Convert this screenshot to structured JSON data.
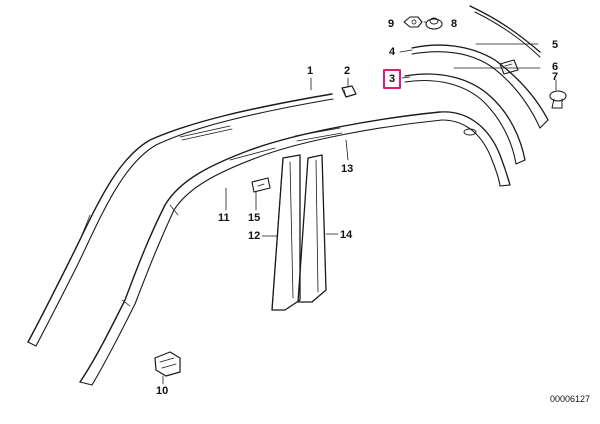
{
  "callouts": {
    "c1": "1",
    "c2": "2",
    "c3": "3",
    "c4": "4",
    "c5": "5",
    "c6": "6",
    "c7": "7",
    "c8": "8",
    "c9": "9",
    "c10": "10",
    "c11": "11",
    "c12": "12",
    "c13": "13",
    "c14": "14",
    "c15": "15"
  },
  "highlighted_callout": "3",
  "highlight_color": "#e0197d",
  "doc_number": "00006127"
}
